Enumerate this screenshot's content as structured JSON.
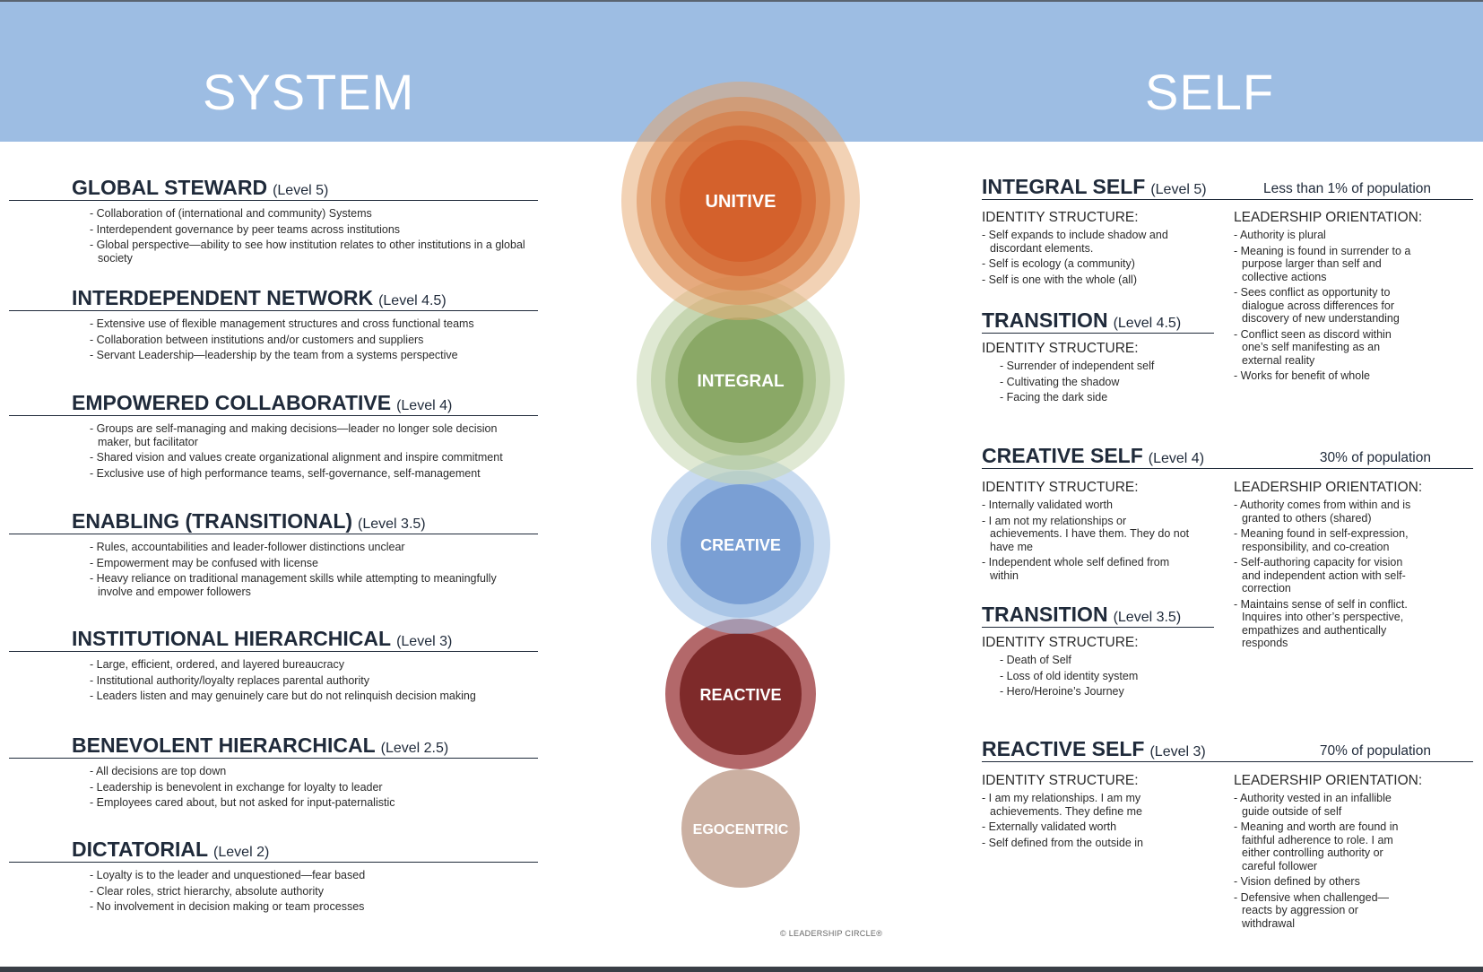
{
  "headers": {
    "system": "SYSTEM",
    "self": "SELF"
  },
  "circles": [
    {
      "label": "UNITIVE",
      "color": "#d4612c"
    },
    {
      "label": "INTEGRAL",
      "color": "#8aa866"
    },
    {
      "label": "CREATIVE",
      "color": "#7a9fd4"
    },
    {
      "label": "REACTIVE",
      "color": "#7e2a2a"
    },
    {
      "label": "EGOCENTRIC",
      "color": "#cbb0a2"
    }
  ],
  "system": [
    {
      "name": "GLOBAL STEWARD",
      "level": "(Level 5)",
      "bullets": [
        "Collaboration of (international and community) Systems",
        "Interdependent governance by peer teams across institutions",
        "Global perspective—ability to see how institution relates to other institutions in a global society"
      ]
    },
    {
      "name": "INTERDEPENDENT NETWORK",
      "level": "(Level 4.5)",
      "bullets": [
        "Extensive use of flexible management structures and cross functional teams",
        "Collaboration between institutions and/or customers and suppliers",
        "Servant Leadership—leadership by the team from a systems perspective"
      ]
    },
    {
      "name": "EMPOWERED COLLABORATIVE",
      "level": "(Level 4)",
      "bullets": [
        "Groups are self-managing and making decisions—leader no longer sole decision maker, but facilitator",
        "Shared vision and values create organizational alignment and inspire commitment",
        "Exclusive use of high performance teams, self-governance, self-management"
      ]
    },
    {
      "name": "ENABLING (TRANSITIONAL)",
      "level": "(Level 3.5)",
      "bullets": [
        "Rules, accountabilities and leader-follower distinctions unclear",
        "Empowerment may be confused with license",
        "Heavy reliance on traditional management skills while attempting to meaningfully involve and empower followers"
      ]
    },
    {
      "name": "INSTITUTIONAL HIERARCHICAL",
      "level": "(Level 3)",
      "bullets": [
        "Large, efficient, ordered, and layered bureaucracy",
        "Institutional authority/loyalty replaces parental authority",
        "Leaders listen and may genuinely care but do not relinquish decision making"
      ]
    },
    {
      "name": "BENEVOLENT HIERARCHICAL",
      "level": "(Level 2.5)",
      "bullets": [
        "All decisions are top down",
        "Leadership is benevolent in exchange for loyalty to leader",
        "Employees cared about, but not asked for input-paternalistic"
      ]
    },
    {
      "name": "DICTATORIAL",
      "level": "(Level 2)",
      "bullets": [
        "Loyalty is to the leader and unquestioned—fear based",
        "Clear roles, strict hierarchy, absolute authority",
        "No involvement in decision making or team processes"
      ]
    }
  ],
  "self": {
    "identity_label": "IDENTITY STRUCTURE:",
    "leadership_label": "LEADERSHIP ORIENTATION:",
    "integral": {
      "name": "INTEGRAL SELF",
      "level": "(Level 5)",
      "population": "Less than 1% of population",
      "identity": [
        "Self expands to include shadow and discordant elements.",
        "Self is ecology (a community)",
        "Self is one with the whole (all)"
      ],
      "leadership": [
        "Authority is plural",
        "Meaning is found in surrender to a purpose larger than self and collective actions",
        "Sees conflict as opportunity to dialogue across differences for discovery of new understanding",
        "Conflict seen as discord within one’s self manifesting as an external reality",
        "Works for benefit of whole"
      ]
    },
    "transition1": {
      "name": "TRANSITION",
      "level": "(Level 4.5)",
      "identity": [
        "Surrender of independent self",
        "Cultivating the shadow",
        "Facing the dark side"
      ]
    },
    "creative": {
      "name": "CREATIVE SELF",
      "level": "(Level 4)",
      "population": "30% of population",
      "identity": [
        "Internally validated worth",
        "I am not my relationships or achievements. I have them. They do not have me",
        "Independent whole self defined from within"
      ],
      "leadership": [
        "Authority comes from within and is granted to others (shared)",
        "Meaning found in self-expression, responsibility, and co-creation",
        "Self-authoring capacity for vision and independent action with self-correction",
        "Maintains sense of self in conflict. Inquires into other’s perspective, empathizes and authentically responds"
      ]
    },
    "transition2": {
      "name": "TRANSITION",
      "level": "(Level 3.5)",
      "identity": [
        "Death of Self",
        "Loss of old identity system",
        "Hero/Heroine’s Journey"
      ]
    },
    "reactive": {
      "name": "REACTIVE SELF",
      "level": "(Level 3)",
      "population": "70% of population",
      "identity": [
        "I am my relationships. I am my achievements. They define me",
        "Externally validated worth",
        "Self defined from the outside in"
      ],
      "leadership": [
        "Authority vested in an infallible guide outside of self",
        "Meaning and worth are found in faithful adherence to role. I am either controlling authority or careful follower",
        "Vision defined by others",
        "Defensive when challenged—reacts by aggression or withdrawal"
      ]
    }
  },
  "footer": {
    "copyright": "© LEADERSHIP CIRCLE®"
  }
}
